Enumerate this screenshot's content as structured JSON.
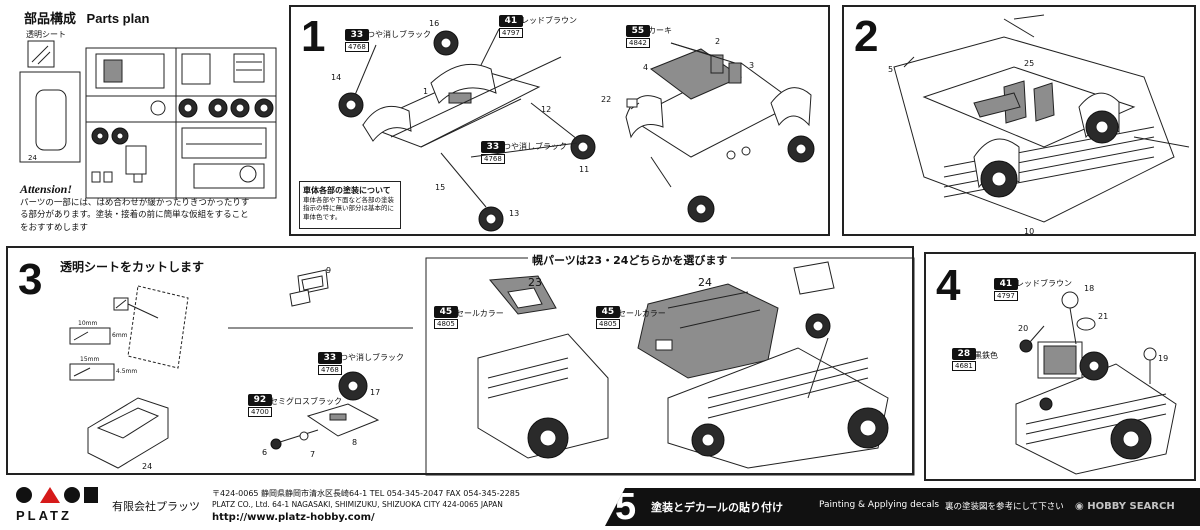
{
  "parts_plan": {
    "title_jp": "部品構成",
    "title_en": "Parts plan",
    "clear_sheet": "透明シート",
    "parts_24": "24",
    "attention_title": "Attension!",
    "attention_text": "パーツの一部には、はめ合わせが緩かったりきつかったりする部分があります。塗装・接着の前に簡単な仮組をすることをおすすめします"
  },
  "step1": {
    "number": "1",
    "paints": [
      {
        "num": "33",
        "code": "4768",
        "name": "つや消しブラック"
      },
      {
        "num": "41",
        "code": "4797",
        "name": "レッドブラウン"
      },
      {
        "num": "55",
        "code": "4842",
        "name": "カーキ"
      },
      {
        "num": "33",
        "code": "4768",
        "name": "つや消しブラック"
      }
    ],
    "note_title": "車体各部の塗装について",
    "note_text": "車体各部や下面など各部の塗装指示の特に無い部分は基本的に車体色です。",
    "part_numbers": [
      "16",
      "14",
      "1",
      "12",
      "11",
      "15",
      "13",
      "2",
      "3",
      "4",
      "22"
    ]
  },
  "step2": {
    "number": "2",
    "part_numbers": [
      "5",
      "25",
      "10"
    ]
  },
  "step3": {
    "number": "3",
    "title": "透明シートをカットします",
    "dim_1": "10mm",
    "dim_2": "6mm",
    "dim_3": "15mm",
    "dim_4": "4.5mm",
    "hood_choice": "幌パーツは23・24どちらかを選びます",
    "paints": [
      {
        "num": "33",
        "code": "4768",
        "name": "つや消しブラック"
      },
      {
        "num": "92",
        "code": "4700",
        "name": "セミグロスブラック"
      },
      {
        "num": "45",
        "code": "4805",
        "name": "セールカラー"
      },
      {
        "num": "45",
        "code": "4805",
        "name": "セールカラー"
      }
    ],
    "part_numbers": [
      "9",
      "17",
      "8",
      "6",
      "7",
      "24",
      "23",
      "24"
    ]
  },
  "step4": {
    "number": "4",
    "paints": [
      {
        "num": "41",
        "code": "4797",
        "name": "レッドブラウン"
      },
      {
        "num": "28",
        "code": "4681",
        "name": "黒鉄色"
      }
    ],
    "part_numbers": [
      "18",
      "20",
      "21",
      "19"
    ]
  },
  "footer": {
    "brand": "PLATZ",
    "company_jp": "有限会社プラッツ",
    "address_jp": "〒424-0065 静岡県静岡市清水区長崎64-1 TEL 054-345-2047 FAX 054-345-2285",
    "address_en": "PLATZ CO., Ltd. 64-1 NAGASAKI, SHIMIZUKU, SHIZUOKA CITY 424-0065 JAPAN",
    "url": "http://www.platz-hobby.com/",
    "step5_number": "5",
    "step5_jp": "塗装とデカールの貼り付け",
    "step5_en": "Painting & Applying decals",
    "step5_note": "裏の塗装図を参考にして下さい",
    "watermark": "HOBBY SEARCH"
  }
}
